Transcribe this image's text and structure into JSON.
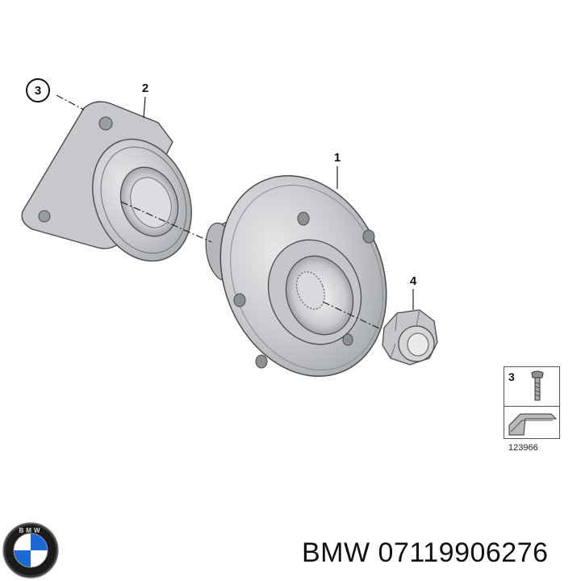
{
  "callouts": {
    "one": "1",
    "two": "2",
    "three": "3",
    "four": "4"
  },
  "legend": {
    "item_number": "3",
    "diagram_code": "123966"
  },
  "footer": {
    "brand": "BMW",
    "part_number": "07119906276"
  },
  "colors": {
    "metal_light": "#d6d7d9",
    "metal_mid": "#b8babd",
    "metal_dark": "#8e9194",
    "outline": "#4a4a4a",
    "bmw_blue": "#1c69d4"
  },
  "icons": [
    "bmw-logo",
    "bolt-icon",
    "arrow-icon"
  ]
}
